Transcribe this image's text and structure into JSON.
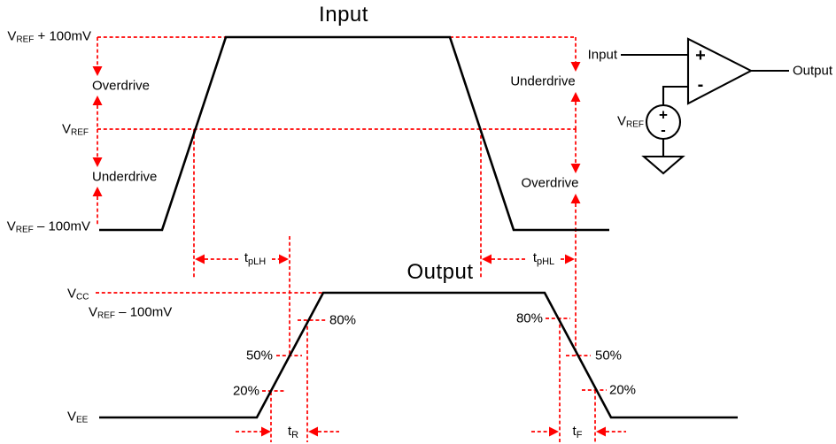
{
  "titles": {
    "input": "Input",
    "output": "Output"
  },
  "input_levels": {
    "high": {
      "sym": "V",
      "sub": "REF",
      "rest": " + 100mV"
    },
    "ref": {
      "sym": "V",
      "sub": "REF"
    },
    "low": {
      "sym": "V",
      "sub": "REF",
      "rest": " – 100mV"
    }
  },
  "drive_labels": {
    "left_overdrive": "Overdrive",
    "left_underdrive": "Underdrive",
    "right_underdrive": "Underdrive",
    "right_overdrive": "Overdrive"
  },
  "output_levels": {
    "vcc": {
      "sym": "V",
      "sub": "CC"
    },
    "vref_minus": {
      "sym": "V",
      "sub": "REF",
      "rest": " – 100mV"
    },
    "vee": {
      "sym": "V",
      "sub": "EE"
    }
  },
  "percent_labels": {
    "rise_80": "80%",
    "rise_50": "50%",
    "rise_20": "20%",
    "fall_80": "80%",
    "fall_50": "50%",
    "fall_20": "20%"
  },
  "timing_labels": {
    "tplh": {
      "sym": "t",
      "sub": "pLH"
    },
    "tphl": {
      "sym": "t",
      "sub": "pHL"
    },
    "tr": {
      "sym": "t",
      "sub": "R"
    },
    "tf": {
      "sym": "t",
      "sub": "F"
    }
  },
  "circuit": {
    "input_label": "Input",
    "output_label": "Output",
    "vref": {
      "sym": "V",
      "sub": "REF"
    },
    "noninverting_input": "+",
    "inverting_input": "-",
    "source_plus": "+",
    "source_minus": "-"
  },
  "colors": {
    "annotation_red": "#ff0000",
    "waveform_black": "#000000"
  }
}
